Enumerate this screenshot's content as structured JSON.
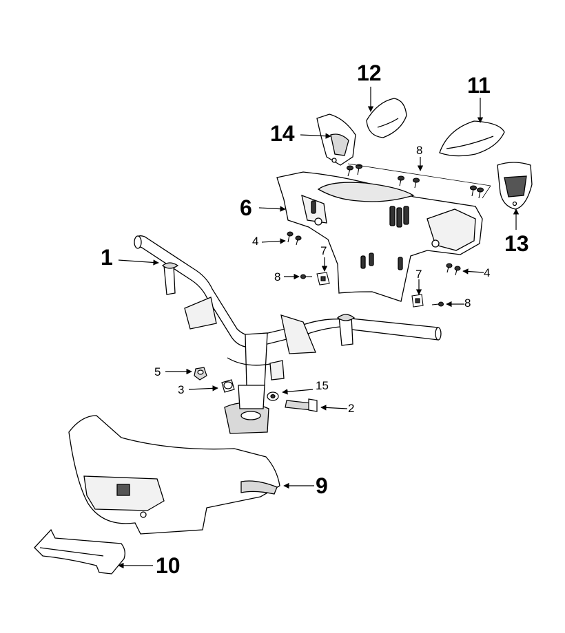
{
  "diagram": {
    "callouts": [
      {
        "id": "c1",
        "label": "1",
        "size": "big"
      },
      {
        "id": "c2",
        "label": "2",
        "size": "small"
      },
      {
        "id": "c3",
        "label": "3",
        "size": "small"
      },
      {
        "id": "c4a",
        "label": "4",
        "size": "small"
      },
      {
        "id": "c4b",
        "label": "4",
        "size": "small"
      },
      {
        "id": "c5",
        "label": "5",
        "size": "small"
      },
      {
        "id": "c6",
        "label": "6",
        "size": "big"
      },
      {
        "id": "c7a",
        "label": "7",
        "size": "small"
      },
      {
        "id": "c7b",
        "label": "7",
        "size": "small"
      },
      {
        "id": "c8a",
        "label": "8",
        "size": "small"
      },
      {
        "id": "c8b",
        "label": "8",
        "size": "small"
      },
      {
        "id": "c8c",
        "label": "8",
        "size": "small"
      },
      {
        "id": "c9",
        "label": "9",
        "size": "big"
      },
      {
        "id": "c10",
        "label": "10",
        "size": "big"
      },
      {
        "id": "c11",
        "label": "11",
        "size": "big"
      },
      {
        "id": "c12",
        "label": "12",
        "size": "big"
      },
      {
        "id": "c13",
        "label": "13",
        "size": "big"
      },
      {
        "id": "c14",
        "label": "14",
        "size": "big"
      },
      {
        "id": "c15",
        "label": "15",
        "size": "small"
      }
    ],
    "colors": {
      "line": "#000000",
      "part_fill": "#ffffff",
      "shade": "#d9d9d9",
      "dark": "#555555"
    }
  }
}
